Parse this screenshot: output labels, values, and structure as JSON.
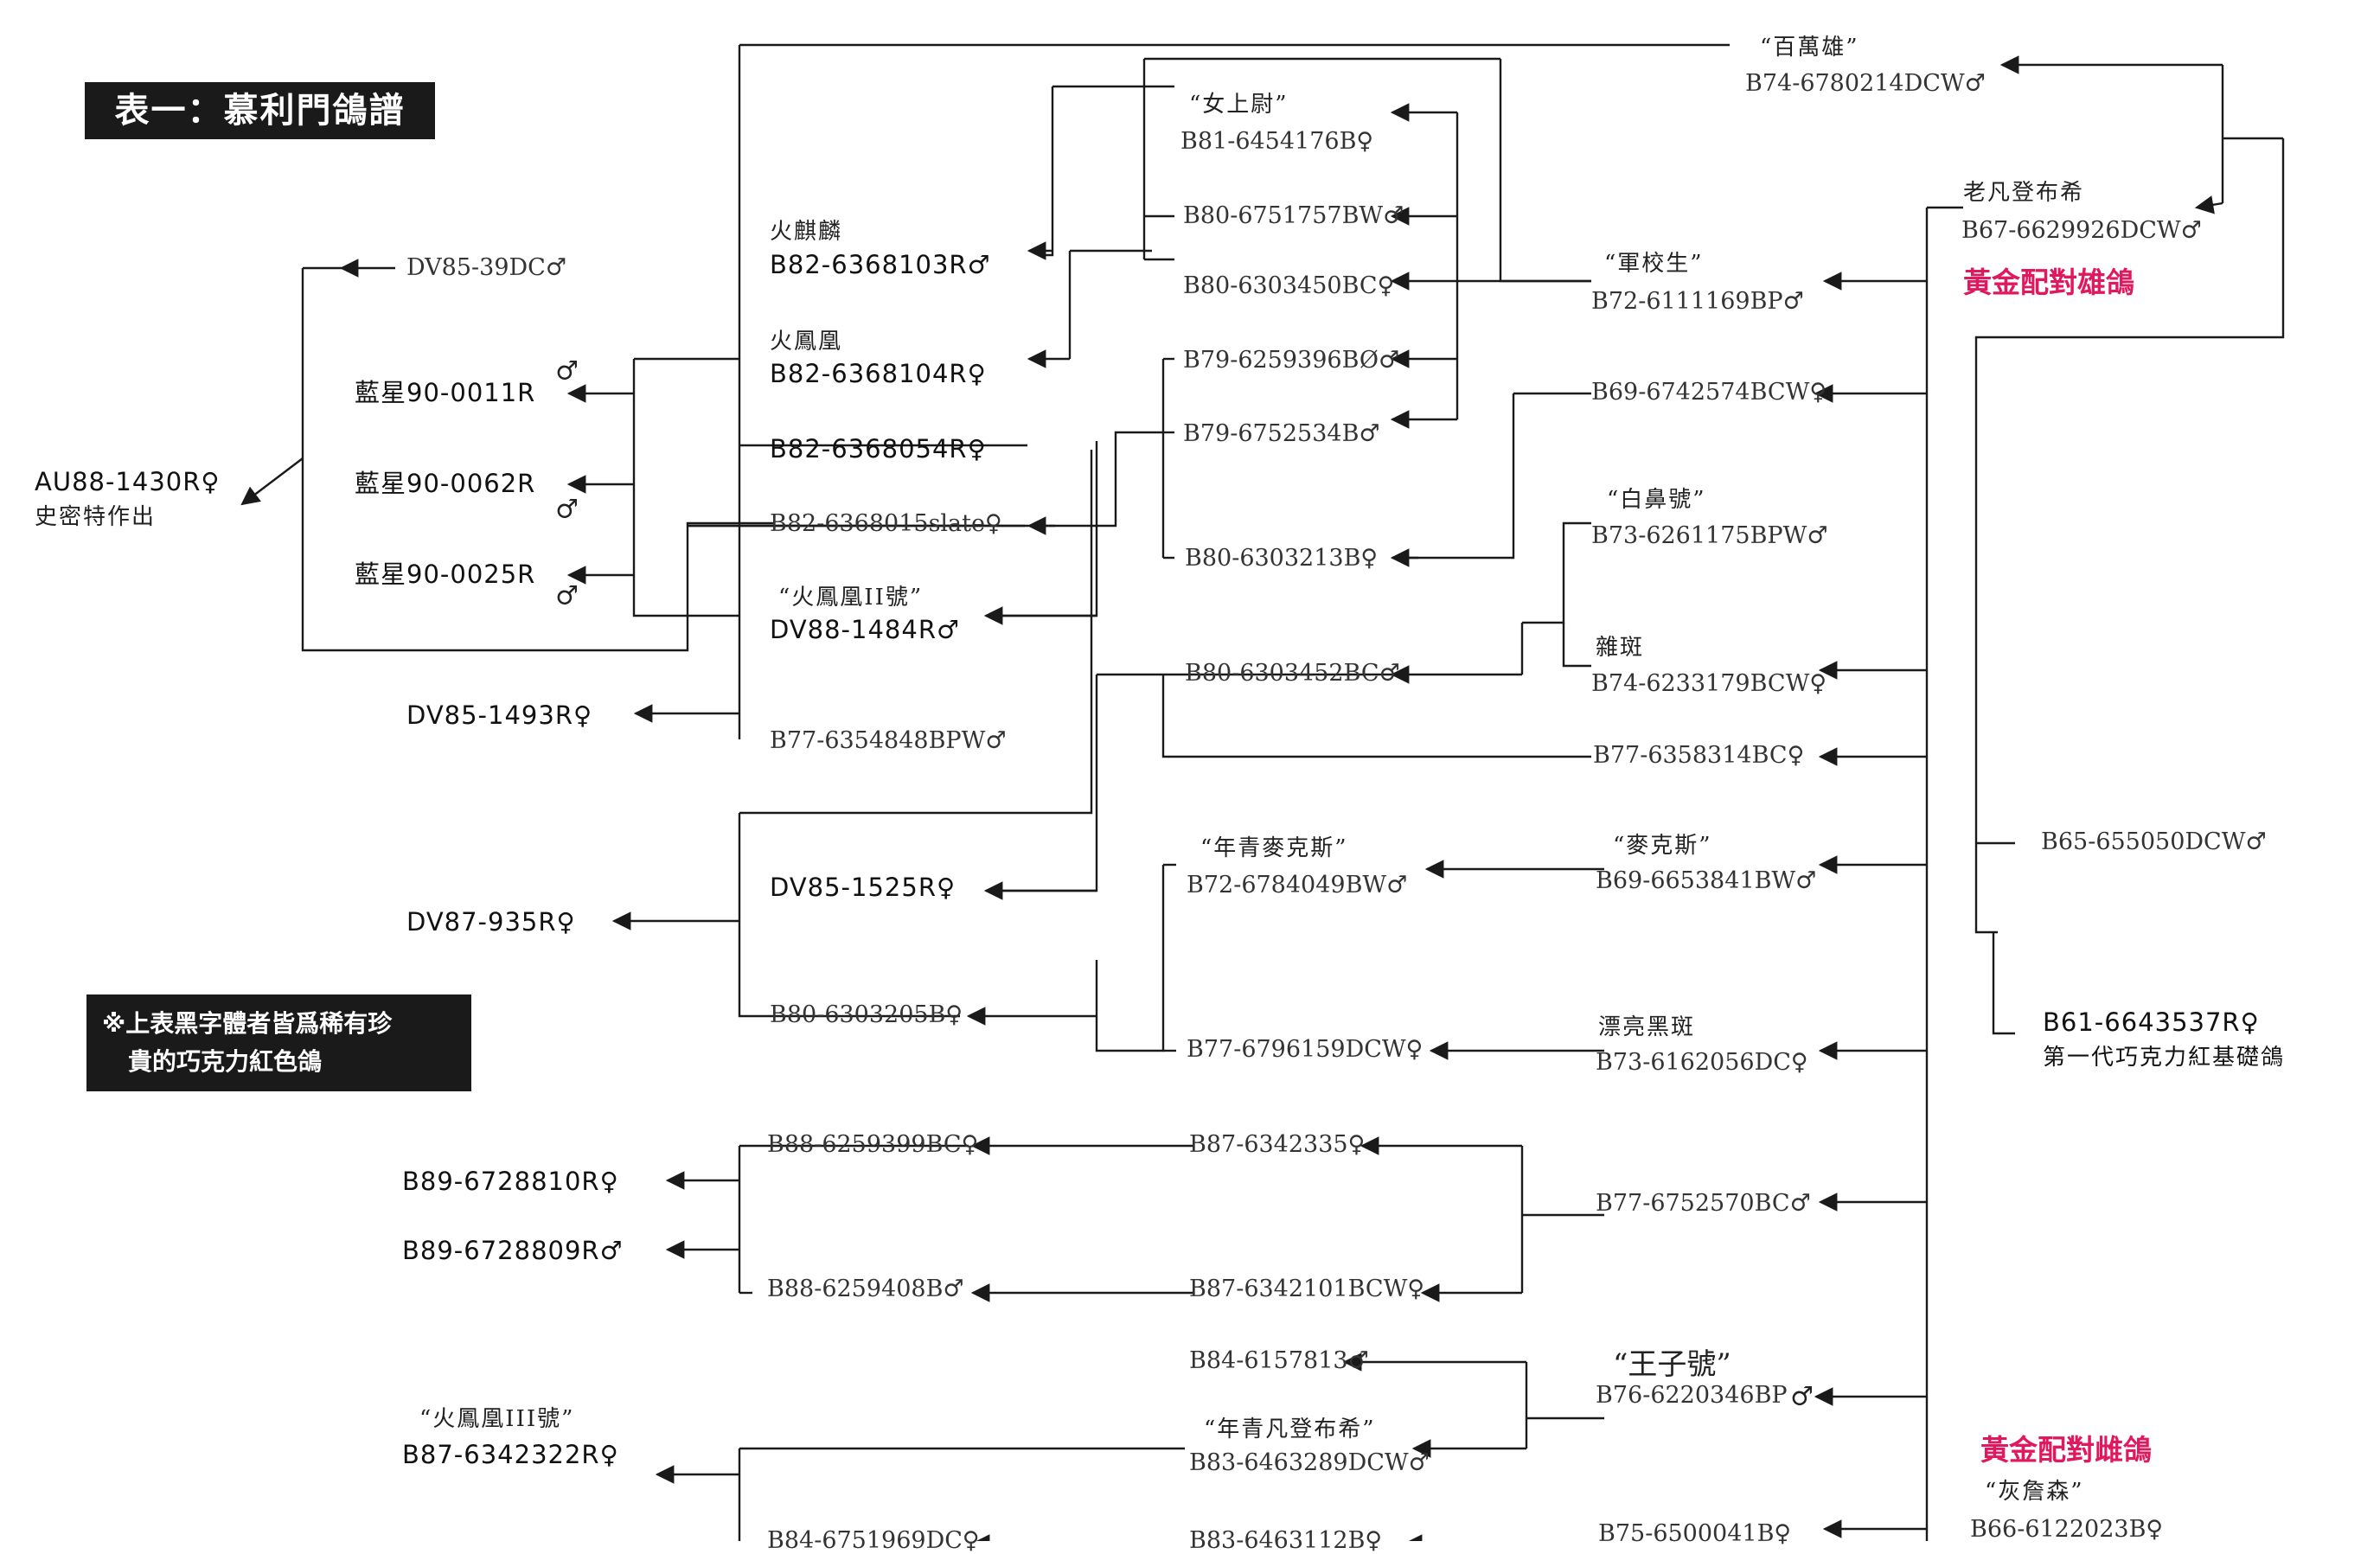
{
  "title": "表一：慕利門鴿譜",
  "note": {
    "line1": "※上表黑字體者皆爲稀有珍",
    "line2": "貴的巧克力紅色鴿"
  },
  "labels": {
    "golden_male": "黃金配對雄鴿",
    "golden_female": "黃金配對雌鴿",
    "first_gen": "第一代巧克力紅基礎鴿",
    "smith": "史密特作出",
    "hw_prince": "“王子號”"
  },
  "birds": {
    "au88_1430r": "AU88-1430R♀",
    "dv85_39dc": "DV85-39DC♂",
    "lanxing_0011": "藍星90-0011R",
    "lanxing_0062": "藍星90-0062R",
    "lanxing_0025": "藍星90-0025R",
    "dv85_1493r": "DV85-1493R♀",
    "dv87_935r": "DV87-935R♀",
    "b89_6728810r": "B89-6728810R♀",
    "b89_6728809r": "B89-6728809R♂",
    "b87_6342322r_name": "“火鳳凰III號”",
    "b87_6342322r": "B87-6342322R♀",
    "b82_6368103r_name": "火麒麟",
    "b82_6368103r": "B82-6368103R♂",
    "b82_6368104r_name": "火鳳凰",
    "b82_6368104r": "B82-6368104R♀",
    "b82_6368054r": "B82-6368054R♀",
    "b82_6368015slate": "B82-6368015slate♀",
    "dv88_1484r_name": "“火鳳凰II號”",
    "dv88_1484r": "DV88-1484R♂",
    "b77_6354848bpw": "B77-6354848BPW♂",
    "dv85_1525r": "DV85-1525R♀",
    "b80_6303205b": "B80-6303205B♀",
    "b88_6259399bc": "B88-6259399BC♀",
    "b88_6259408b": "B88-6259408B♂",
    "b84_6751969dc": "B84-6751969DC♀",
    "b81_6454176b_name": "“女上尉”",
    "b81_6454176b": "B81-6454176B♀",
    "b80_6751757bw": "B80-6751757BW♂",
    "b80_6303450bc": "B80-6303450BC♀",
    "b79_6259396bd": "B79-6259396BØ♂",
    "b79_6752534b": "B79-6752534B♂",
    "b80_6303213b": "B80-6303213B♀",
    "b80_6303452bc": "B80-6303452BC♂",
    "b72_6784049bw_name": "“年青麥克斯”",
    "b72_6784049bw": "B72-6784049BW♂",
    "b77_6796159dcw": "B77-6796159DCW♀",
    "b87_6342335": "B87-6342335♀",
    "b87_6342101bcw": "B87-6342101BCW♀",
    "b84_6157813": "B84-6157813♂",
    "b83_6463289dcw_name": "“年青凡登布希”",
    "b83_6463289dcw": "B83-6463289DCW♂",
    "b83_6463112b": "B83-6463112B♀",
    "b74_6780214dcw_name": "“百萬雄”",
    "b74_6780214dcw": "B74-6780214DCW♂",
    "b72_6111169bp_name": "“軍校生”",
    "b72_6111169bp": "B72-6111169BP♂",
    "b69_6742574bcw": "B69-6742574BCW♀",
    "b73_6261175bpw_name": "“白鼻號”",
    "b73_6261175bpw": "B73-6261175BPW♂",
    "b74_6233179bcw_name": "雜斑",
    "b74_6233179bcw": "B74-6233179BCW♀",
    "b77_6358314bc": "B77-6358314BC♀",
    "b69_6653841bw_name": "“麥克斯”",
    "b69_6653841bw": "B69-6653841BW♂",
    "b73_6162056dc_name": "漂亮黑斑",
    "b73_6162056dc": "B73-6162056DC♀",
    "b77_6752570bc": "B77-6752570BC♂",
    "b76_6220346bp": "B76-6220346BP",
    "b75_6500041b": "B75-6500041B♀",
    "b67_6629926dcw_name": "老凡登布希",
    "b67_6629926dcw": "B67-6629926DCW♂",
    "b66_6122023b_name": "“灰詹森”",
    "b66_6122023b": "B66-6122023B♀",
    "b65_655050dcw": "B65-655050DCW♂",
    "b61_6643537r": "B61-6643537R♀"
  },
  "colors": {
    "ink": "#1a1a1a",
    "accent": "#e0185e"
  }
}
